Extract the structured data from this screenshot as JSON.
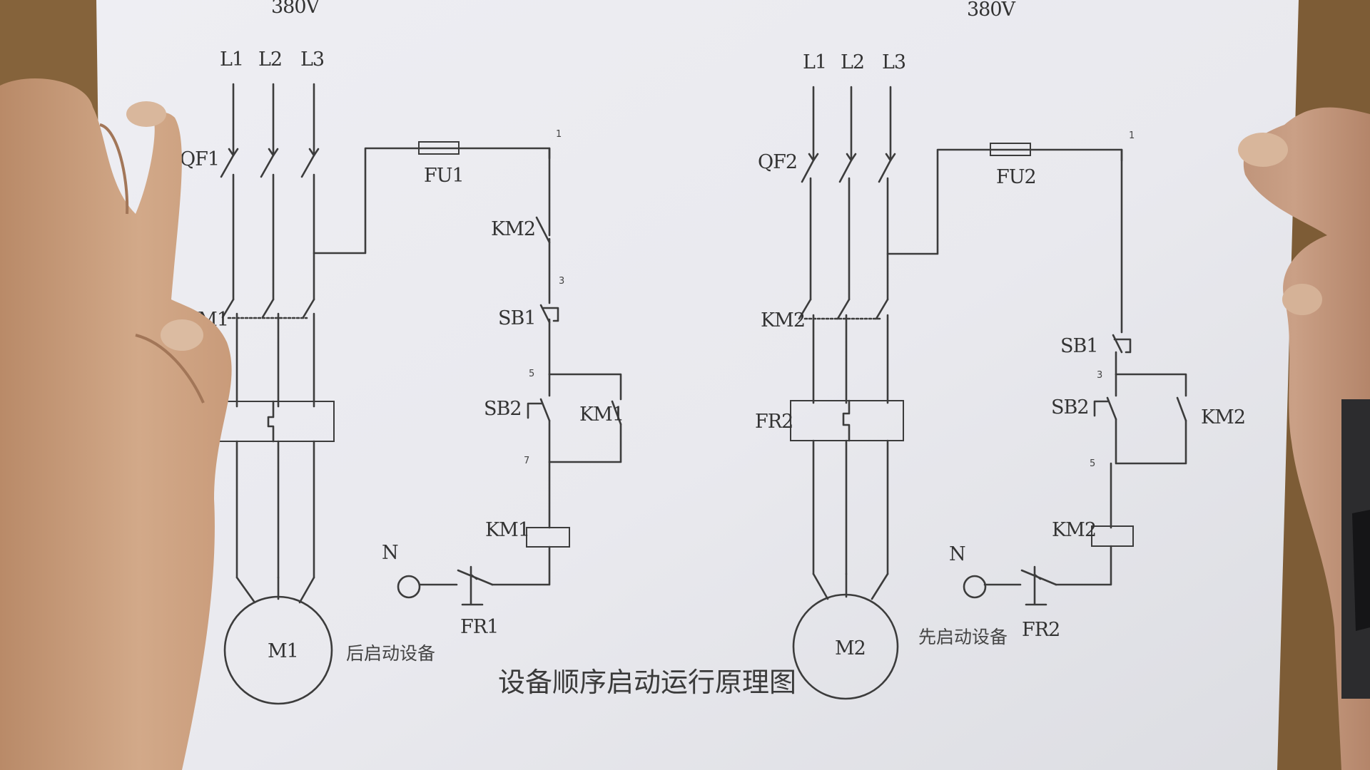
{
  "diagram": {
    "title": "设备顺序启动运行原理图",
    "left": {
      "voltage": "380V",
      "phases": [
        "L1",
        "L2",
        "L3"
      ],
      "breaker": "QF1",
      "fuse": "FU1",
      "node_1": "1",
      "node_3": "3",
      "node_5": "5",
      "node_7": "7",
      "interlock_contact": "KM2",
      "stop_button": "SB1",
      "start_button": "SB2",
      "hold_contact": "KM1",
      "main_contactor": "KM1",
      "coil": "KM1",
      "neutral": "N",
      "overload": "FR1",
      "motor": "M1",
      "note": "后启动设备"
    },
    "right": {
      "voltage": "380V",
      "phases": [
        "L1",
        "L2",
        "L3"
      ],
      "breaker": "QF2",
      "fuse": "FU2",
      "node_1": "1",
      "node_3": "3",
      "node_5": "5",
      "stop_button": "SB1",
      "start_button": "SB2",
      "hold_contact": "KM2",
      "main_contactor": "KM2",
      "thermal_relay": "FR2",
      "coil": "KM2",
      "neutral": "N",
      "overload": "FR2",
      "motor": "M2",
      "note": "先启动设备"
    }
  }
}
